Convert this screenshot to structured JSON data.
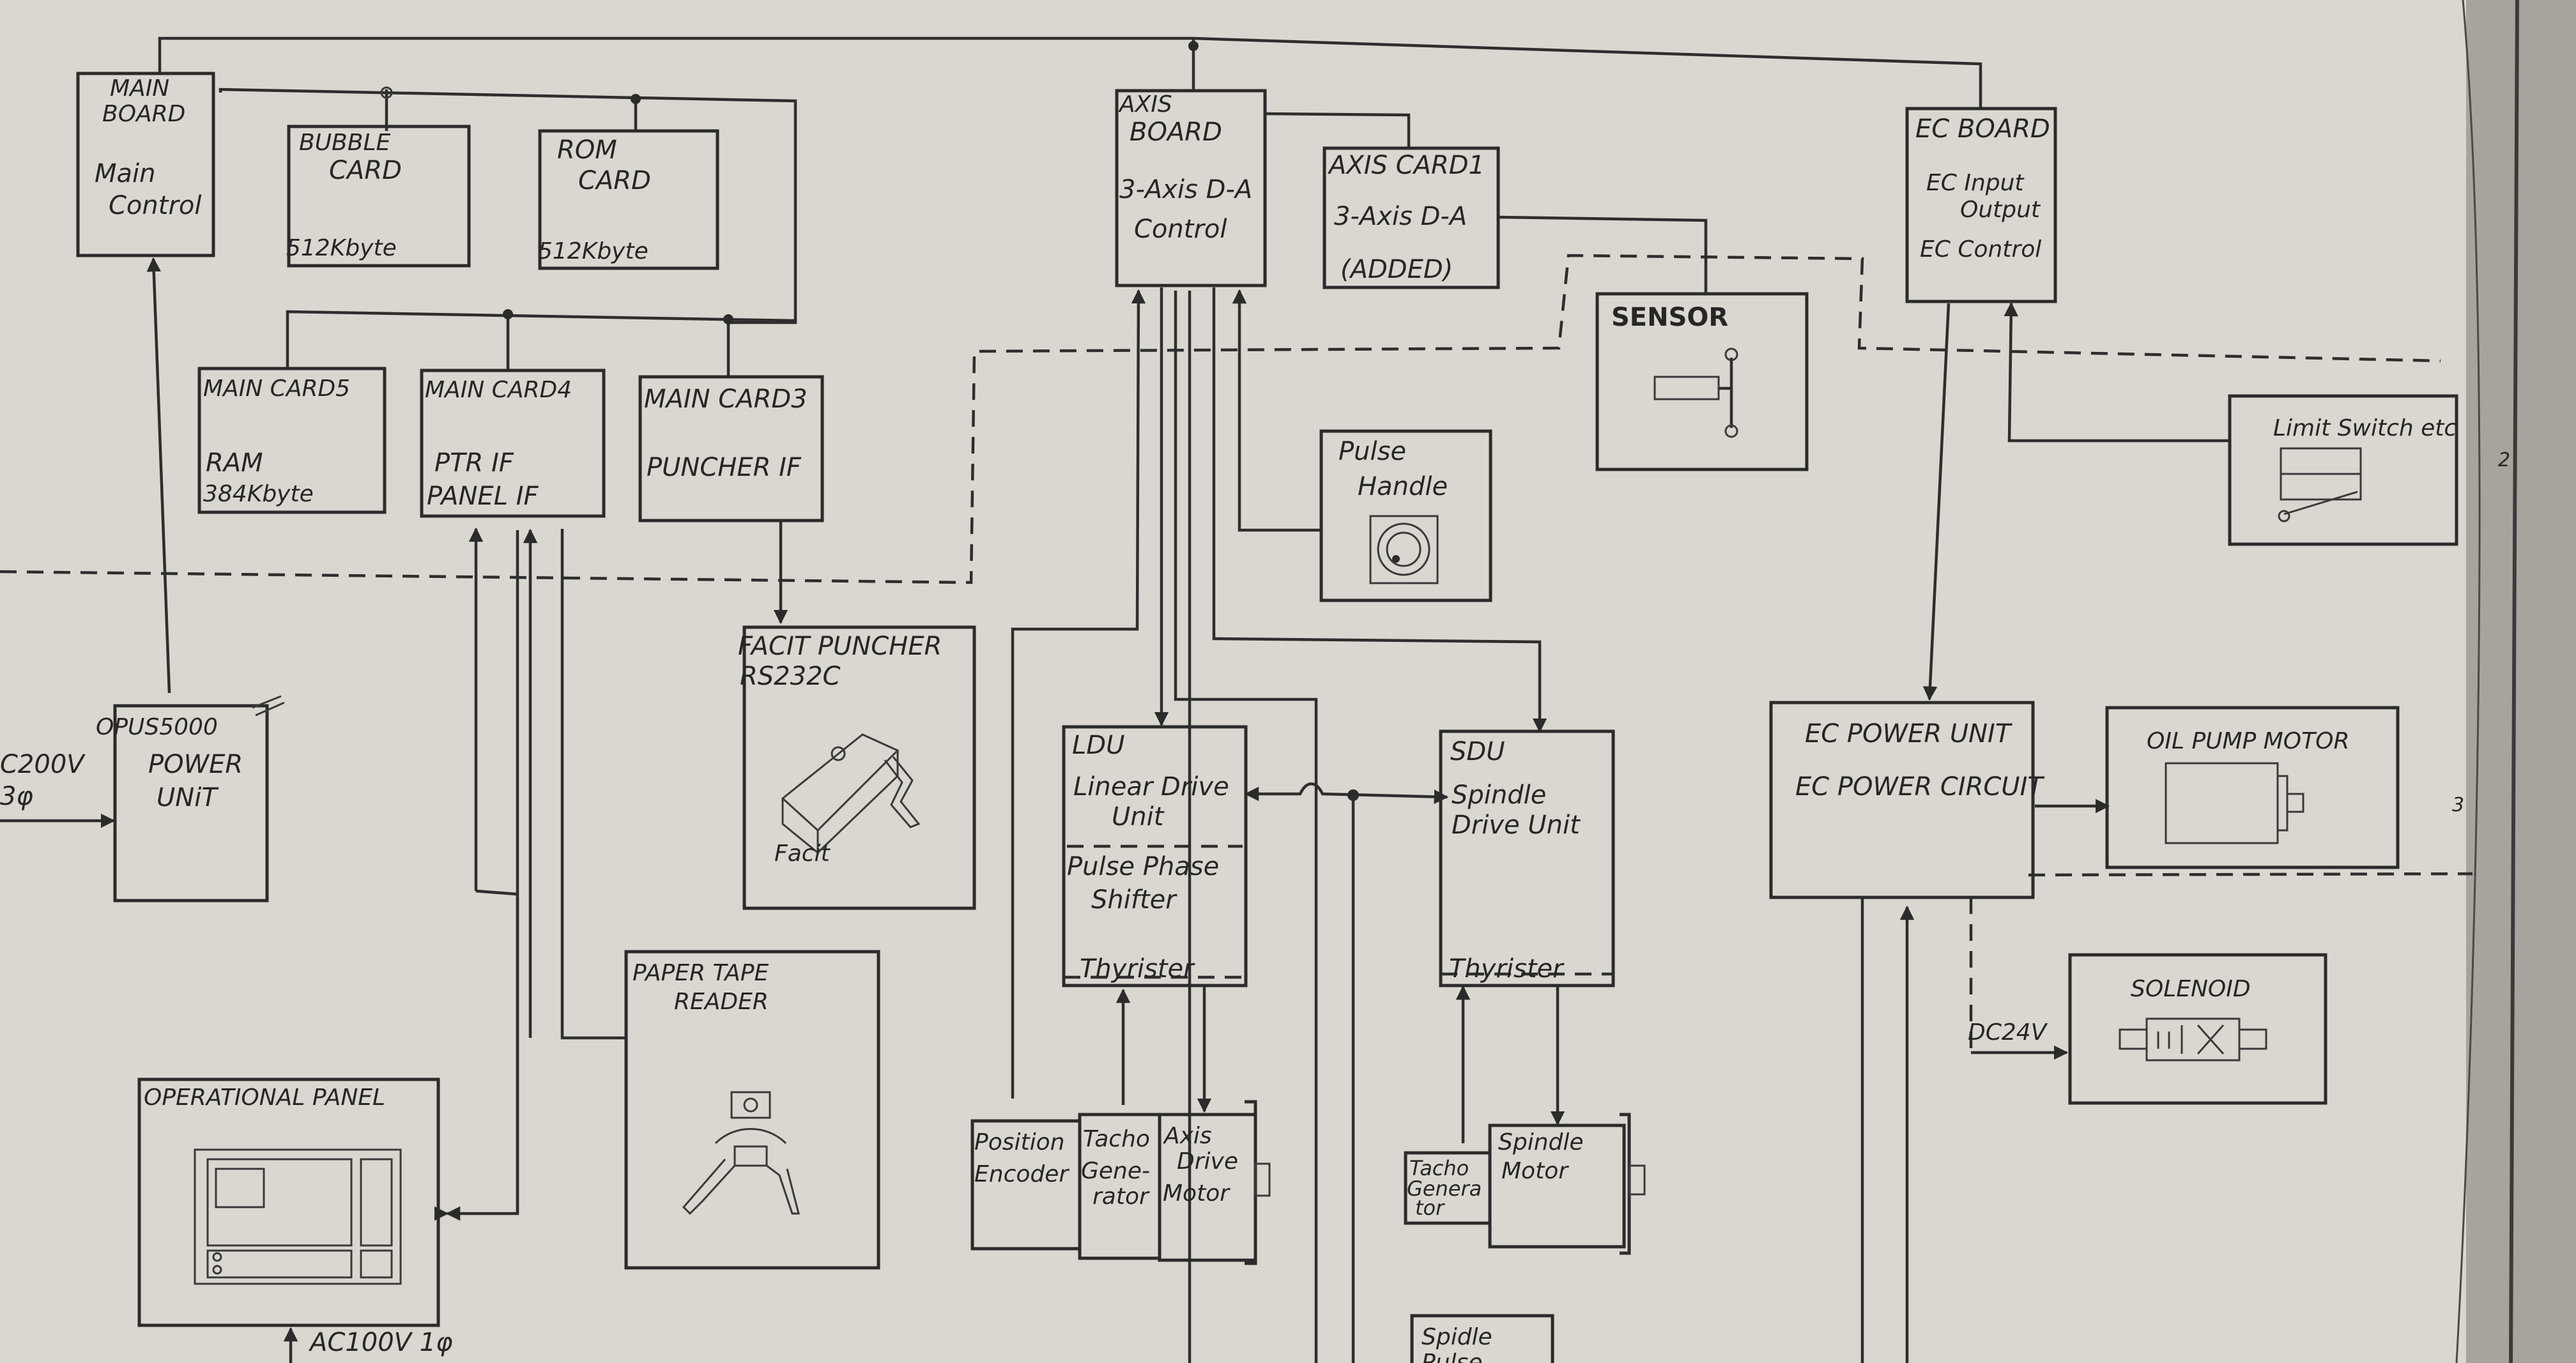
{
  "blocks": {
    "main_board": {
      "title": [
        "MAIN",
        "BOARD"
      ],
      "sub": [
        "Main",
        "Control"
      ]
    },
    "bubble_card": {
      "title": [
        "BUBBLE",
        "CARD"
      ],
      "sub": "512Kbyte"
    },
    "rom_card": {
      "title": [
        "ROM",
        "CARD"
      ],
      "sub": "512Kbyte"
    },
    "main_card5": {
      "title": "MAIN CARD5",
      "sub": [
        "RAM",
        "384Kbyte"
      ]
    },
    "main_card4": {
      "title": "MAIN CARD4",
      "sub": [
        "PTR IF",
        "PANEL IF"
      ]
    },
    "main_card3": {
      "title": "MAIN CARD3",
      "sub": "PUNCHER IF"
    },
    "facit_puncher": {
      "title": [
        "FACIT PUNCHER",
        "RS232C"
      ],
      "sub": "Facit"
    },
    "power_unit": {
      "title": [
        "OPUS5000",
        "POWER",
        "UNiT"
      ]
    },
    "power_input": {
      "lines": [
        "C200V",
        "3φ"
      ]
    },
    "paper_tape_reader": {
      "title": [
        "PAPER TAPE",
        "READER"
      ]
    },
    "operational_panel": {
      "title": "OPERATIONAL PANEL",
      "power": "AC100V 1φ"
    },
    "axis_board": {
      "title": [
        "AXIS",
        "BOARD"
      ],
      "sub": [
        "3-Axis D-A",
        "Control"
      ]
    },
    "axis_card1": {
      "title": "AXIS CARD1",
      "sub": [
        "3-Axis D-A",
        "(ADDED)"
      ]
    },
    "sensor": {
      "title": "SENSOR"
    },
    "pulse_handle": {
      "title": [
        "Pulse",
        "Handle"
      ]
    },
    "ldu": {
      "title": "LDU",
      "sub": [
        "Linear Drive",
        "Unit"
      ],
      "mid": [
        "Pulse Phase",
        "Shifter"
      ],
      "bottom": "Thyrister"
    },
    "sdu": {
      "title": "SDU",
      "sub": [
        "Spindle",
        "Drive Unit"
      ],
      "bottom": "Thyrister"
    },
    "position_encoder": {
      "title": [
        "Position",
        "Encoder"
      ]
    },
    "tacho_generator": {
      "title": [
        "Tacho",
        "Gene-",
        "rator"
      ]
    },
    "axis_drive_motor": {
      "title": [
        "Axis",
        "Drive",
        "Motor"
      ]
    },
    "tacho_generator_2": {
      "title": [
        "Tacho",
        "Genera",
        "tor"
      ]
    },
    "spindle_motor": {
      "title": [
        "Spindle",
        "Motor"
      ]
    },
    "spindle_pulse": {
      "title": [
        "Spidle",
        "Pulse"
      ]
    },
    "ec_board": {
      "title": "EC BOARD",
      "sub": [
        "EC Input",
        "Output",
        "EC Control"
      ]
    },
    "limit_switch": {
      "title": "Limit Switch etc"
    },
    "ec_power_unit": {
      "title": "EC POWER UNIT",
      "sub": "EC POWER CIRCUIT"
    },
    "oil_pump_motor": {
      "title": "OIL PUMP MOTOR"
    },
    "solenoid": {
      "title": "SOLENOID",
      "supply": "DC24V"
    }
  },
  "margin_marks": [
    "2",
    "3"
  ]
}
